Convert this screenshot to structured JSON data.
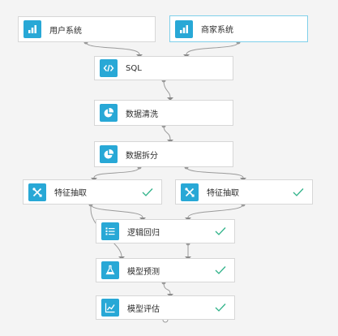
{
  "colors": {
    "accent": "#28a8d6",
    "check": "#31b38a",
    "edge": "#9a9a9a"
  },
  "nodes": [
    {
      "label": "用户系统",
      "icon": "bar-chart-icon",
      "done": false
    },
    {
      "label": "商家系统",
      "icon": "bar-chart-icon",
      "done": false,
      "selected": true
    },
    {
      "label": "SQL",
      "icon": "code-icon",
      "done": false
    },
    {
      "label": "数据清洗",
      "icon": "pie-chart-icon",
      "done": false
    },
    {
      "label": "数据拆分",
      "icon": "pie-chart-icon",
      "done": false
    },
    {
      "label": "特征抽取",
      "icon": "tools-icon",
      "done": true
    },
    {
      "label": "特征抽取",
      "icon": "tools-icon",
      "done": true
    },
    {
      "label": "逻辑回归",
      "icon": "list-icon",
      "done": true
    },
    {
      "label": "模型预测",
      "icon": "flask-icon",
      "done": true
    },
    {
      "label": "模型评估",
      "icon": "line-chart-icon",
      "done": true
    }
  ]
}
